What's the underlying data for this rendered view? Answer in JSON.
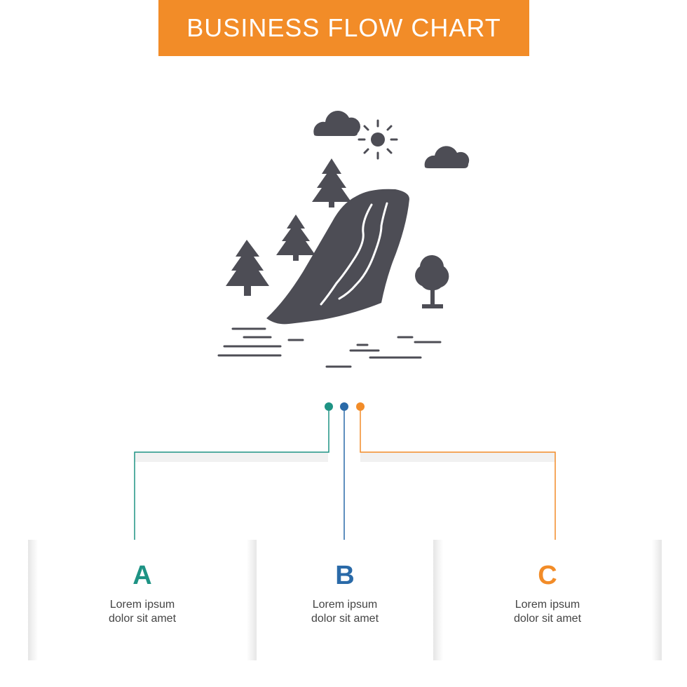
{
  "title": "BUSINESS FLOW CHART",
  "icon": "waterfall-landscape-icon",
  "colors": {
    "accent": "#f28c28",
    "teal": "#1e9384",
    "blue": "#2a6aa8",
    "orange": "#f28c28",
    "glyph": "#4d4d55"
  },
  "steps": [
    {
      "letter": "A",
      "text_line1": "Lorem ipsum",
      "text_line2": "dolor sit amet",
      "color": "#1e9384"
    },
    {
      "letter": "B",
      "text_line1": "Lorem ipsum",
      "text_line2": "dolor sit amet",
      "color": "#2a6aa8"
    },
    {
      "letter": "C",
      "text_line1": "Lorem ipsum",
      "text_line2": "dolor sit amet",
      "color": "#f28c28"
    }
  ]
}
